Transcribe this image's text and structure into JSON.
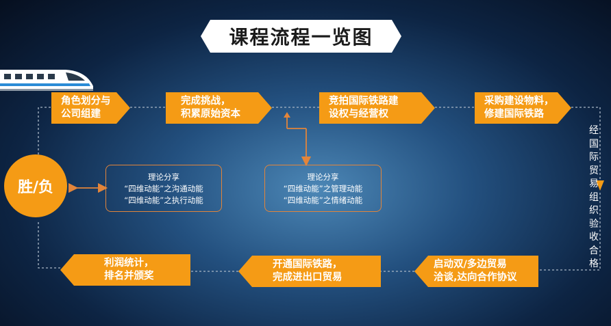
{
  "title": "课程流程一览图",
  "steps": {
    "s1": [
      "角色划分与",
      "公司组建"
    ],
    "s2": [
      "完成挑战，",
      "积累原始资本"
    ],
    "s3": [
      "竞拍国际铁路建",
      "设权与经营权"
    ],
    "s4": [
      "采购建设物料，",
      "修建国际铁路"
    ],
    "s5": [
      "启动双/多边贸易",
      "洽谈,达向合作协议"
    ],
    "s6": [
      "开通国际铁路，",
      "完成进出口贸易"
    ],
    "s7": [
      "利润统计，",
      "排名并颁奖"
    ]
  },
  "result_circle": "胜/负",
  "share_box_1": [
    "理论分享",
    "“四维动能”之沟通动能",
    "“四维动能”之执行动能"
  ],
  "share_box_2": [
    "理论分享",
    "“四维动能”之管理动能",
    "“四维动能”之情绪动能"
  ],
  "vertical_label": "经国际贸易组织验收合格",
  "colors": {
    "accent": "#f59b15",
    "connector": "#e3853a",
    "title_bg": "#ffffff"
  },
  "icons": {
    "train": "train-icon"
  }
}
